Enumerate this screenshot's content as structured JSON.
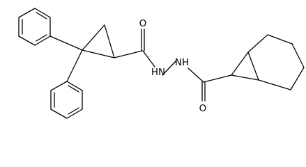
{
  "figure": {
    "kind": "skeletal-structure",
    "background_color": "#ffffff",
    "line_color": "#000000"
  },
  "atom_labels": {
    "carbonyl_oxygen_left": "O",
    "carbonyl_oxygen_right": "O",
    "hydrazide_nitrogen_1": "HN",
    "hydrazide_nitrogen_2": "NH"
  }
}
